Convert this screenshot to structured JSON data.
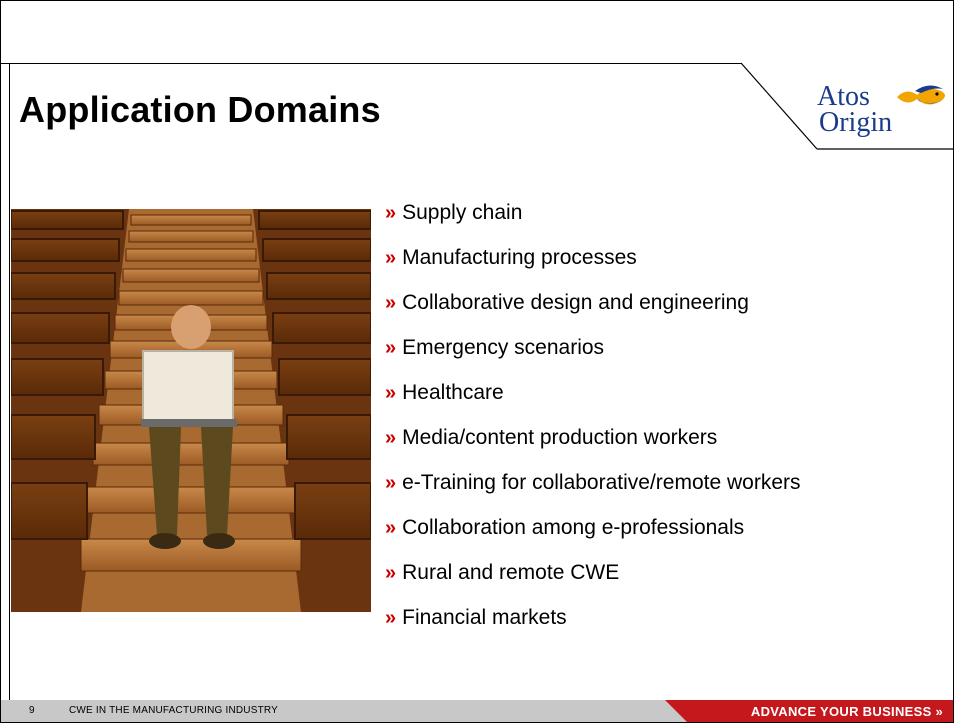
{
  "slide": {
    "title": "Application Domains",
    "logo": {
      "line1": "Atos",
      "line2": "Origin"
    },
    "photo": "person-with-laptop-on-stairs-image",
    "bullet_marker": "»",
    "bullets": [
      "Supply chain",
      "Manufacturing processes",
      "Collaborative design and engineering",
      "Emergency scenarios",
      "Healthcare",
      "Media/content production workers",
      "e-Training for collaborative/remote workers",
      "Collaboration among e-professionals",
      "Rural and remote CWE",
      "Financial markets"
    ]
  },
  "footer": {
    "page_number": "9",
    "title": "CWE IN THE MANUFACTURING INDUSTRY",
    "slogan": "ADVANCE YOUR BUSINESS »"
  },
  "colors": {
    "accent_red": "#c4181c",
    "bullet_red": "#cc0000",
    "logo_blue": "#1a3a8c",
    "footer_gray": "#c8c8c8"
  }
}
